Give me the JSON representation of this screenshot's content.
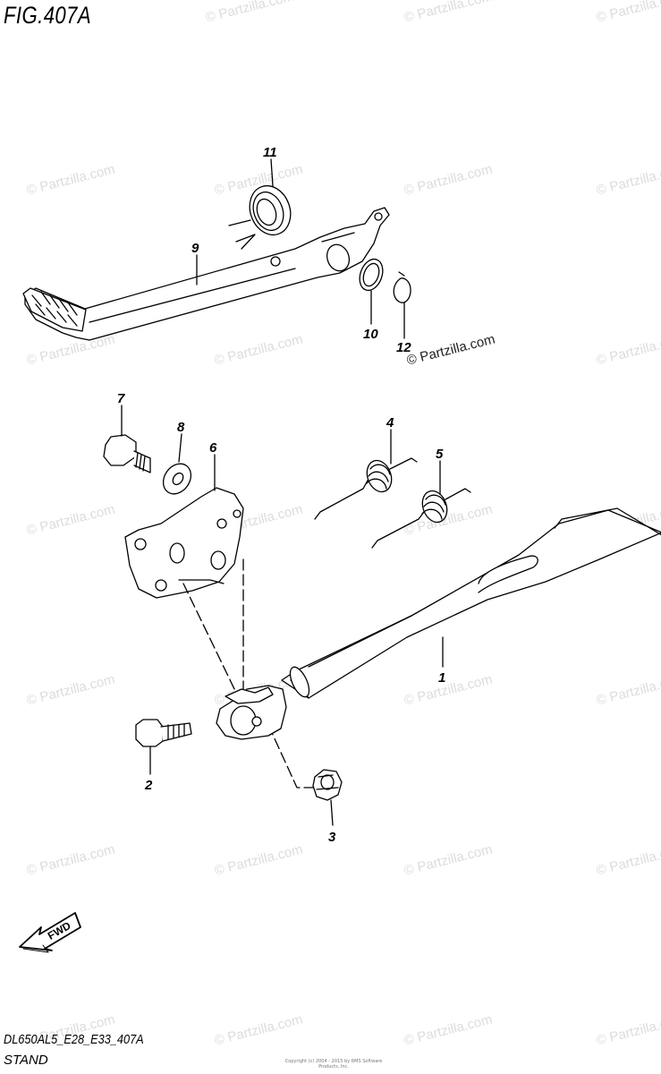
{
  "figure": {
    "title": "FIG.407A",
    "code": "DL650AL5_E28_E33_407A",
    "name": "STAND",
    "copyright": "Copyright (c) 2004 - 2015 by RMS Software Products, Inc."
  },
  "watermark": {
    "text": "© Partzilla.com",
    "featured_text": "© Partzilla.com"
  },
  "fwd": {
    "label": "FWD"
  },
  "callouts": {
    "c1": "1",
    "c2": "2",
    "c3": "3",
    "c4": "4",
    "c5": "5",
    "c6": "6",
    "c7": "7",
    "c8": "8",
    "c9": "9",
    "c10": "10",
    "c11": "11",
    "c12": "12"
  }
}
